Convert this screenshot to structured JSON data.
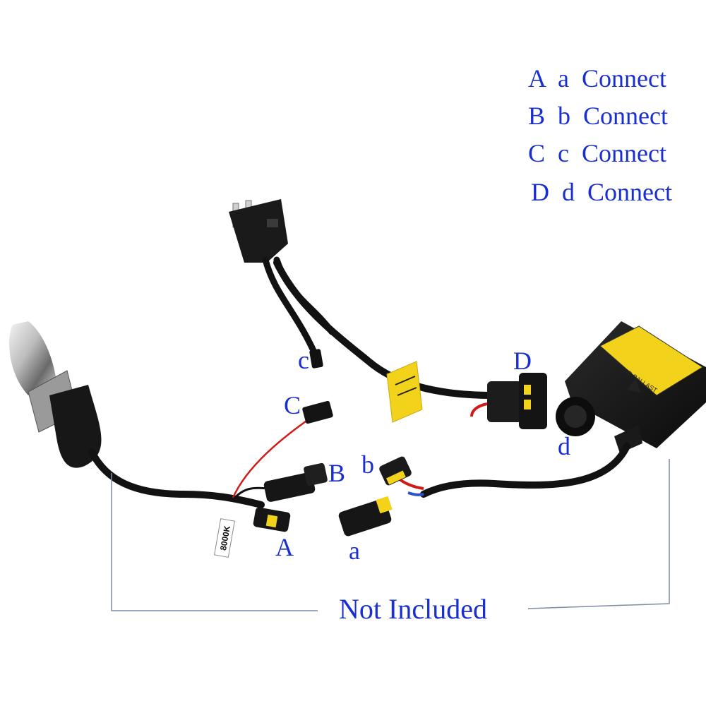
{
  "legend": {
    "lines": [
      "A  a  Connect",
      "B  b  Connect",
      "C  c  Connect",
      "D  d  Connect"
    ]
  },
  "labels": {
    "A": "A",
    "a": "a",
    "B": "B",
    "b": "b",
    "C": "C",
    "c": "c",
    "D": "D",
    "d": "d"
  },
  "bulb_tag": "8000K",
  "not_included": "Not Included",
  "colors": {
    "text": "#1a2fd0",
    "bracket": "#7f8aa8",
    "cable": "#111111",
    "red_wire": "#d11a1a",
    "blue_wire": "#2b54c8",
    "yellow_tape": "#f2d21a"
  }
}
